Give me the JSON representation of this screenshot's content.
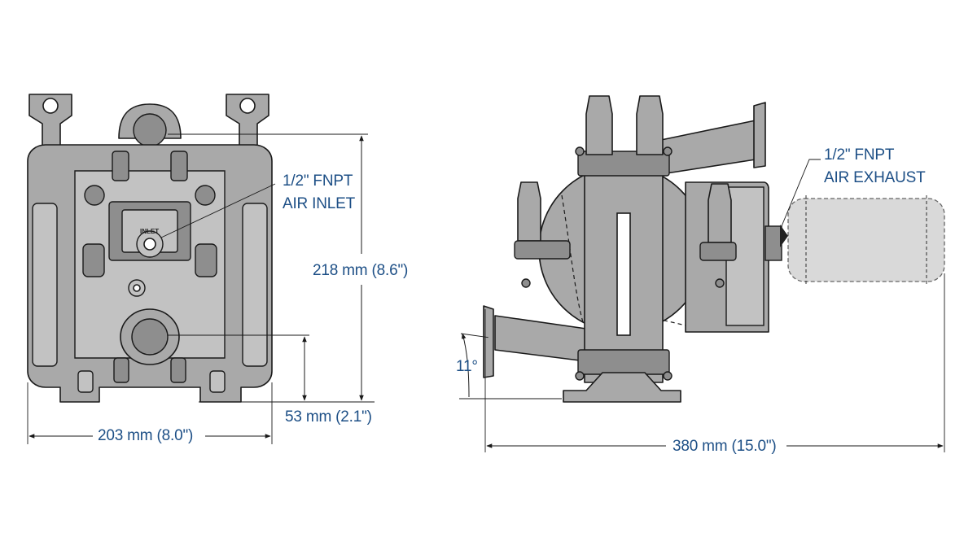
{
  "figure": {
    "labels": {
      "air_inlet_size": "1/2\" FNPT",
      "air_inlet_name": "AIR INLET",
      "air_exhaust_size": "1/2\" FNPT",
      "air_exhaust_name": "AIR EXHAUST",
      "height": "218 mm (8.6\")",
      "inlet_height": "53 mm (2.1\")",
      "width": "203 mm (8.0\")",
      "length": "380 mm (15.0\")",
      "angle": "11°"
    },
    "embossed_text": "INLET",
    "colors": {
      "label_blue": "#1d4f86",
      "pump_gray": "#a9a9a9",
      "outline": "#1a1a1a"
    }
  }
}
